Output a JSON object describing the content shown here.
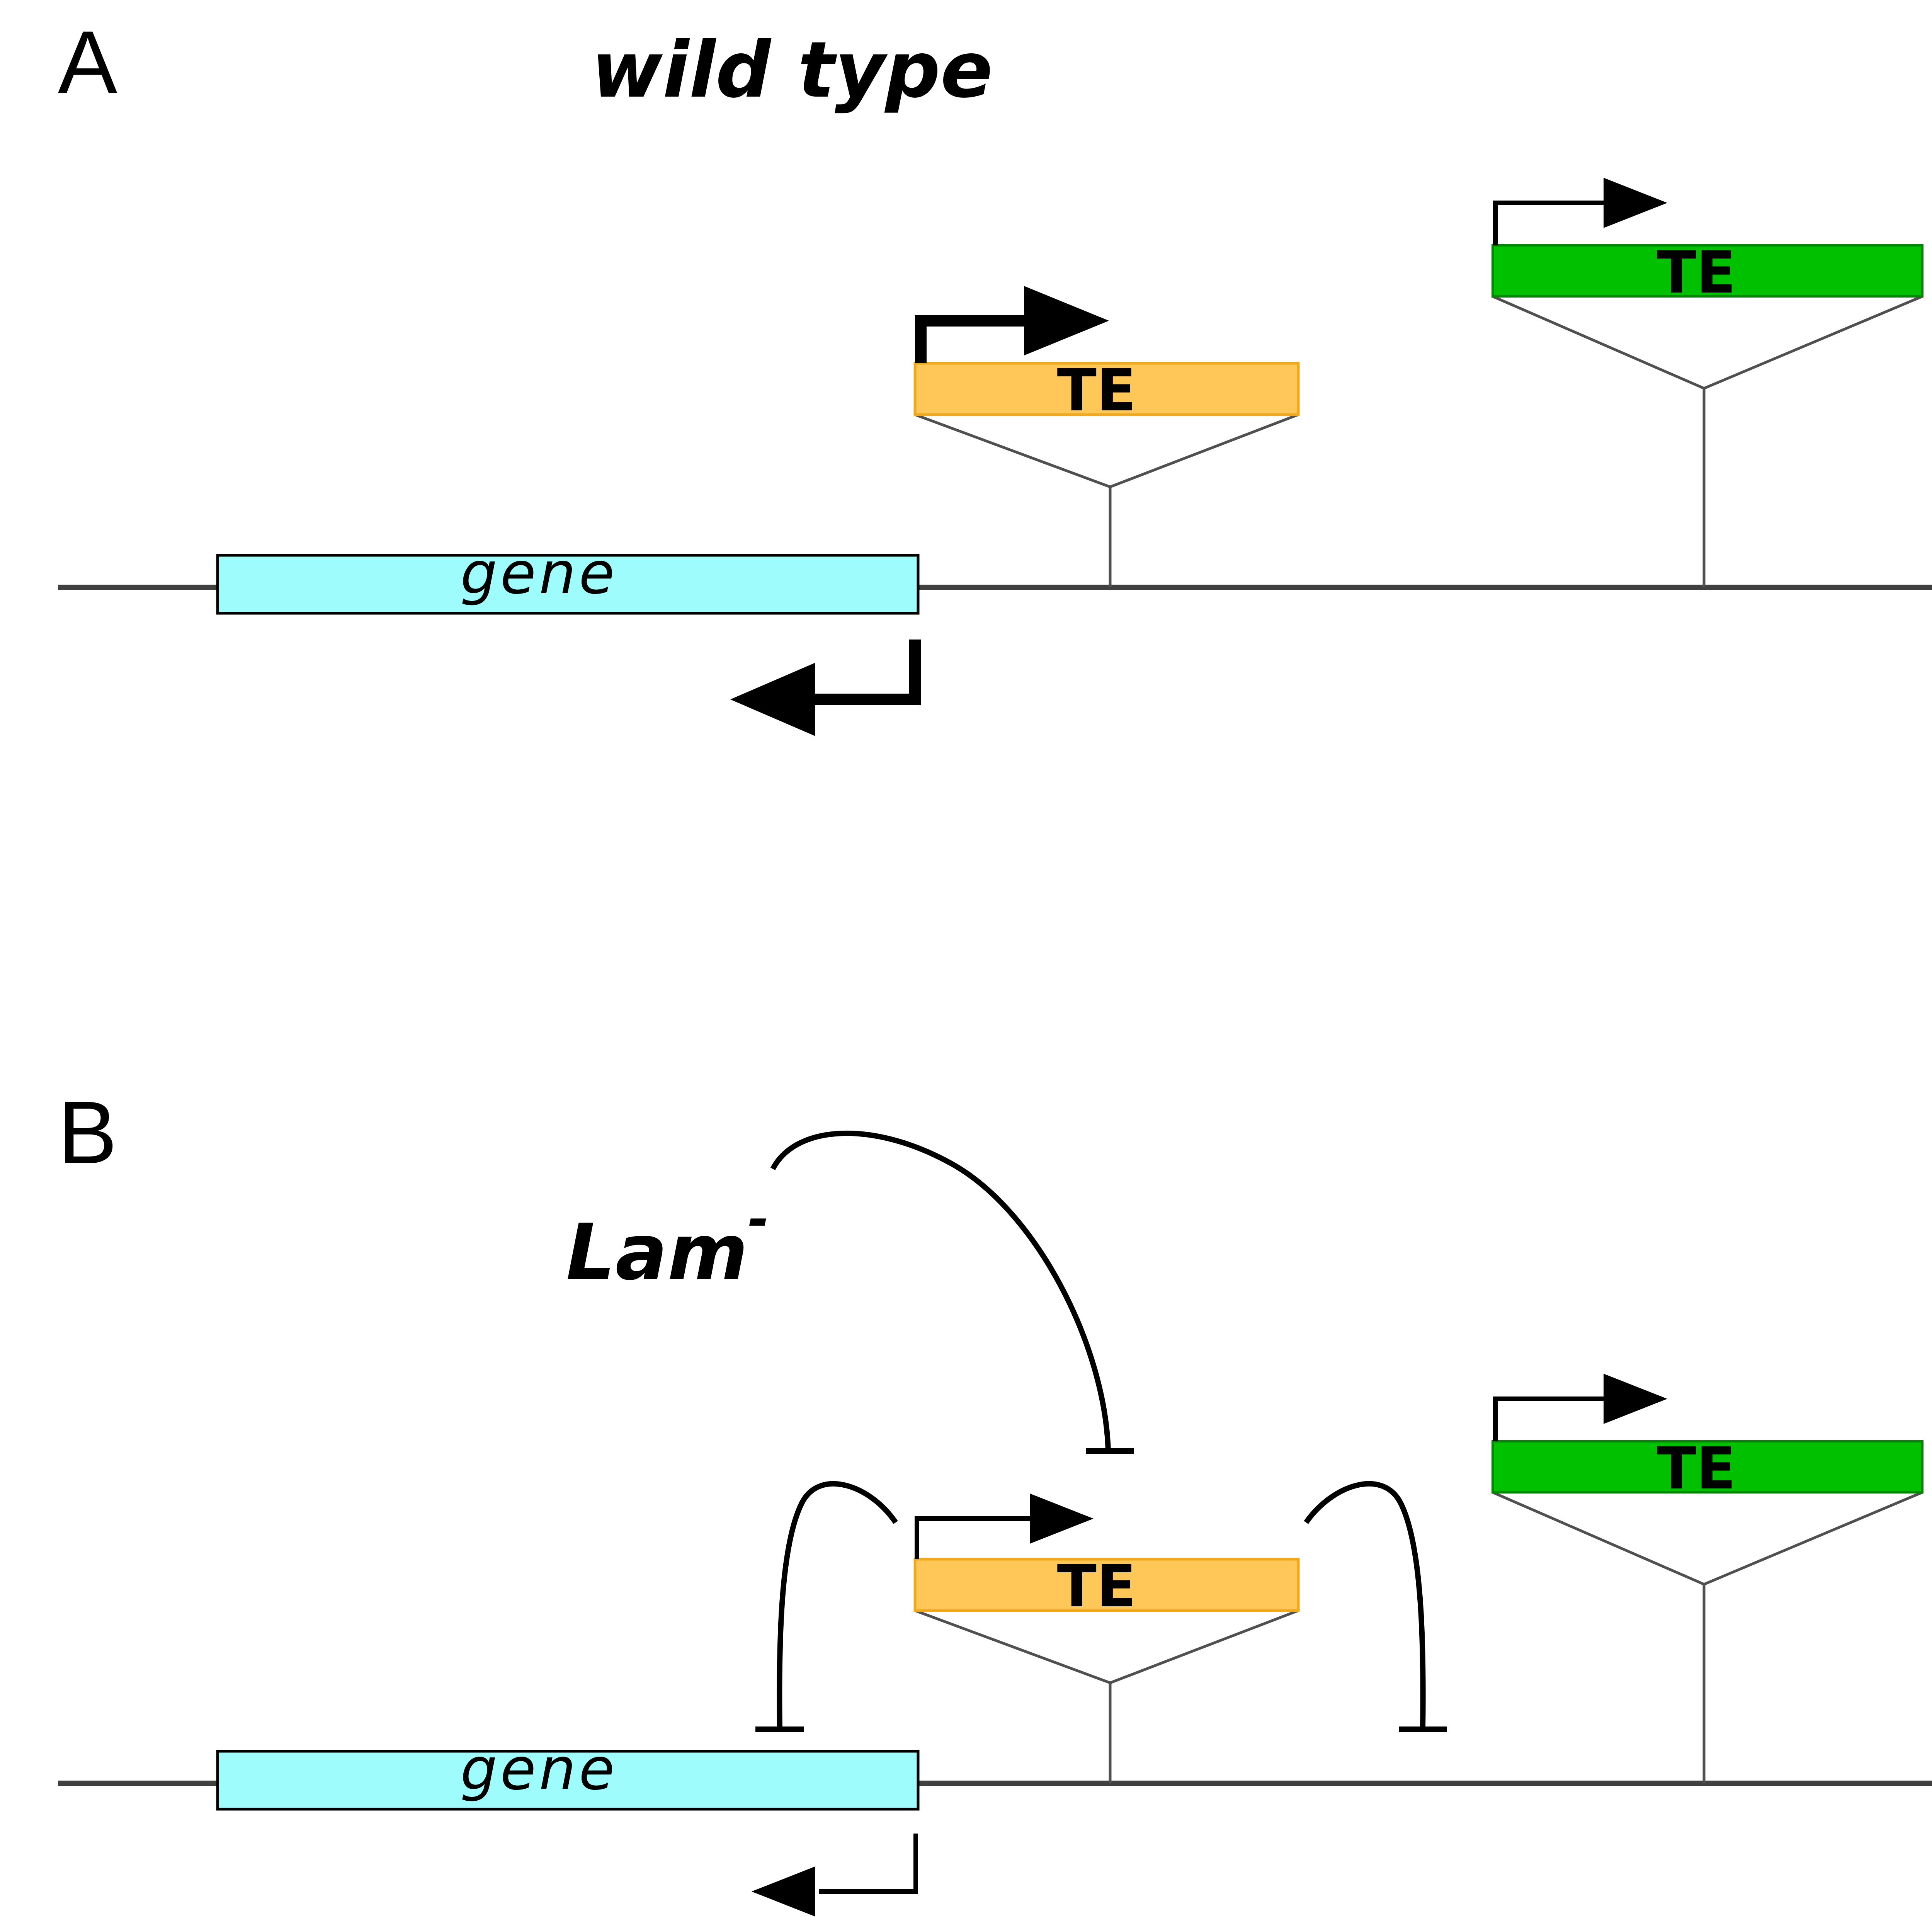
{
  "panel_a": {
    "label": "A",
    "title": "wild type",
    "gene_label": "gene",
    "te_orange_label": "TE",
    "te_green_label": "TE"
  },
  "panel_b": {
    "label": "B",
    "mutant_label": "Lam",
    "mutant_superscript": "-",
    "gene_label": "gene",
    "te_orange_label": "TE",
    "te_green_label": "TE"
  },
  "colors": {
    "gene": "#9ffcfc",
    "te_orange": "#ffc658",
    "te_green": "#00c000",
    "chromosome": "#404040"
  }
}
